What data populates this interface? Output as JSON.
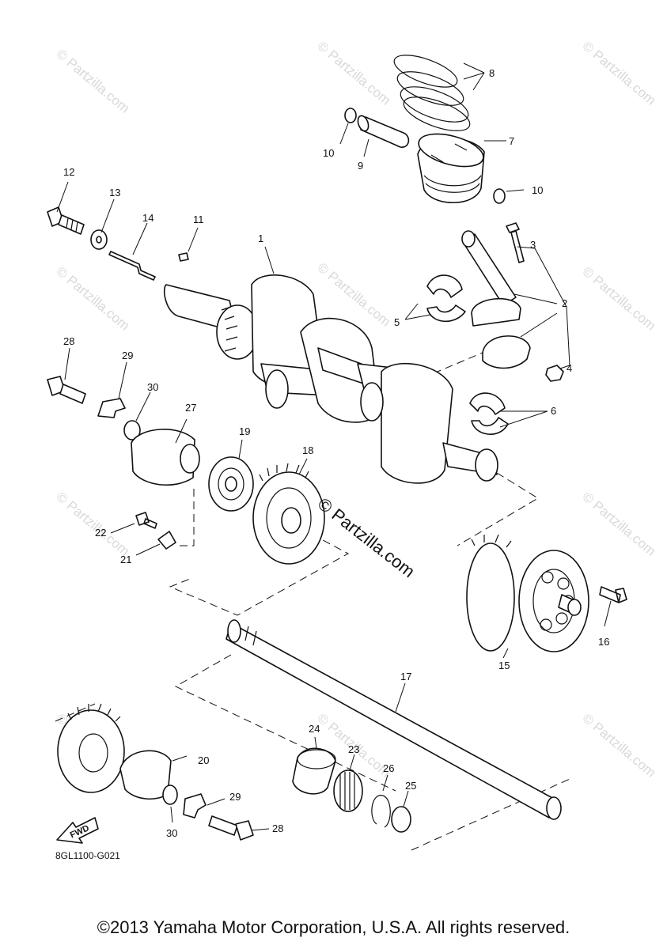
{
  "diagram": {
    "drawing_code": "8GL1100-G021",
    "fwd_label": "FWD",
    "watermark_small": "© Partzilla.com",
    "watermark_center": "© Partzilla.com",
    "callouts": {
      "c1": "1",
      "c2": "2",
      "c3": "3",
      "c4": "4",
      "c5": "5",
      "c6": "6",
      "c7": "7",
      "c8": "8",
      "c9": "9",
      "c10a": "10",
      "c10b": "10",
      "c11": "11",
      "c12": "12",
      "c13": "13",
      "c14": "14",
      "c15": "15",
      "c16": "16",
      "c17": "17",
      "c18": "18",
      "c19": "19",
      "c20": "20",
      "c21": "21",
      "c22": "22",
      "c23": "23",
      "c24": "24",
      "c25": "25",
      "c26": "26",
      "c27": "27",
      "c28a": "28",
      "c28b": "28",
      "c29a": "29",
      "c29b": "29",
      "c30a": "30",
      "c30b": "30"
    }
  },
  "footer": {
    "copyright": "©2013 Yamaha Motor Corporation, U.S.A. All rights reserved."
  }
}
